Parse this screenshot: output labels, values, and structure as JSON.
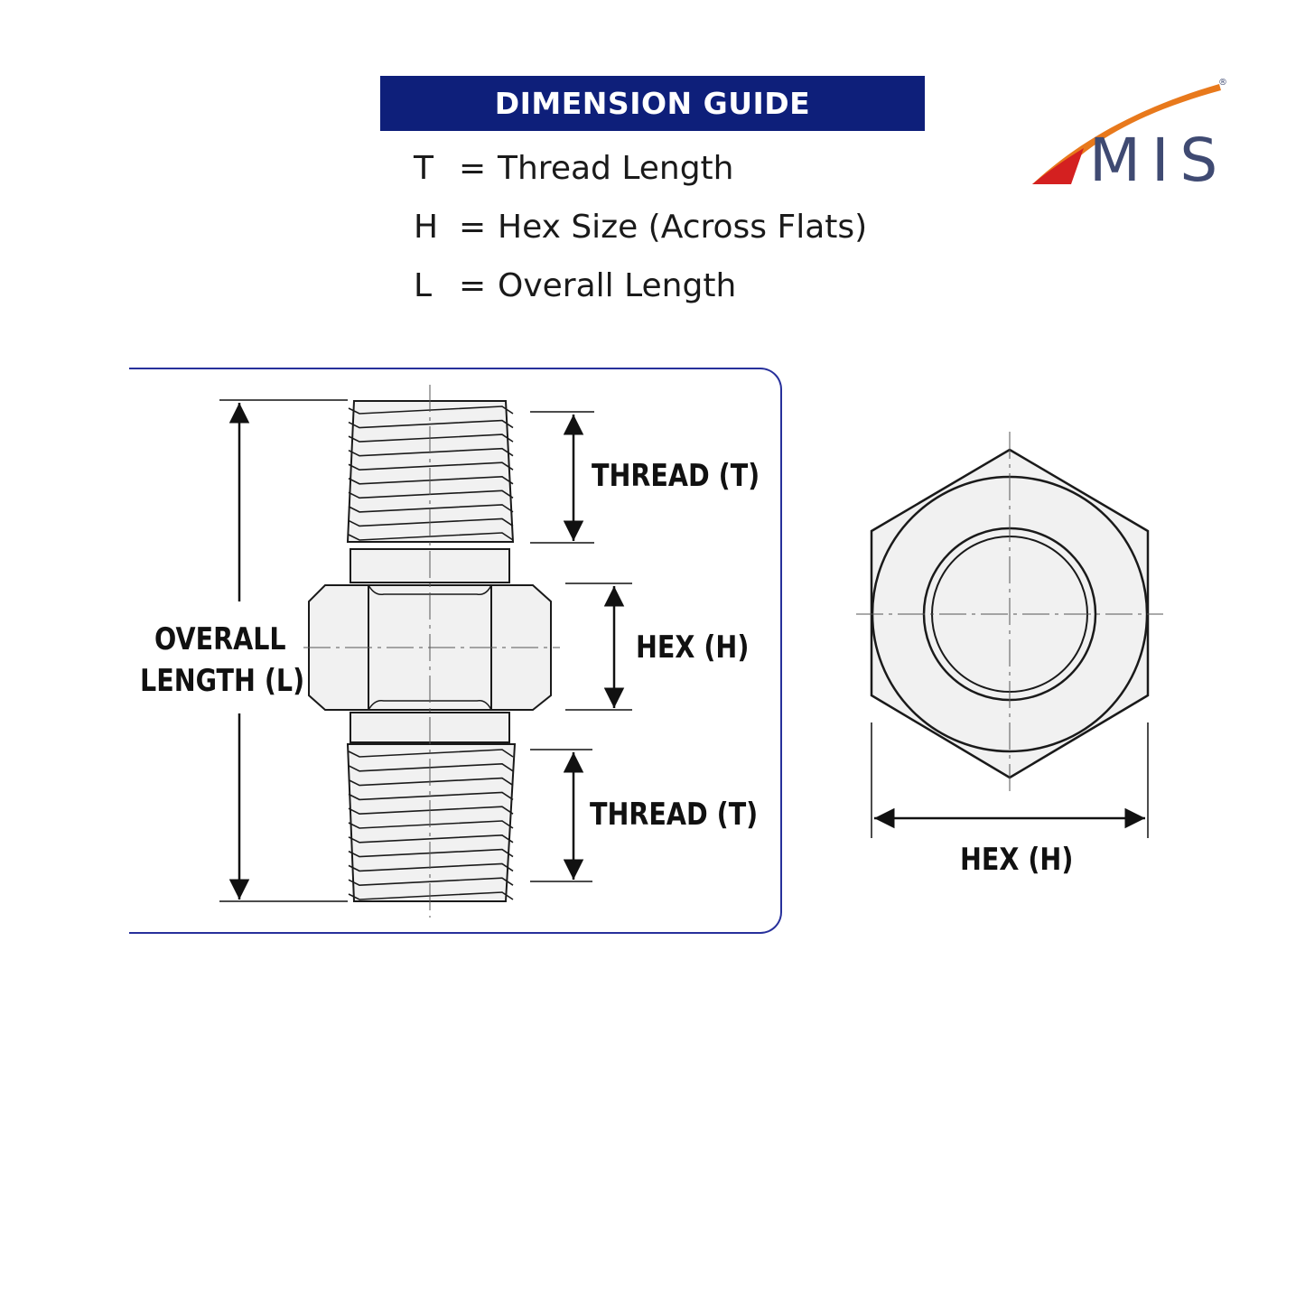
{
  "header": {
    "title": "DIMENSION GUIDE"
  },
  "legend": [
    {
      "symbol": "T",
      "equals": "=",
      "description": "Thread Length"
    },
    {
      "symbol": "H",
      "equals": "=",
      "description": "Hex Size (Across Flats)"
    },
    {
      "symbol": "L",
      "equals": "=",
      "description": "Overall Length"
    }
  ],
  "logo": {
    "text": "MIS",
    "registered": "®",
    "colors": {
      "swoosh_orange": "#e8791c",
      "swoosh_red": "#d42020",
      "text": "#3f4a72"
    }
  },
  "side_view": {
    "thread_top_label": "THREAD (T)",
    "hex_label": "HEX (H)",
    "thread_bottom_label": "THREAD (T)",
    "overall_label_line1": "OVERALL",
    "overall_label_line2": "LENGTH (L)"
  },
  "end_view": {
    "hex_label": "HEX (H)"
  },
  "colors": {
    "title_bar": "#0e1f7a",
    "panel_border": "#27309b",
    "part_fill": "#f1f1f1",
    "line": "#1a1a1a"
  }
}
